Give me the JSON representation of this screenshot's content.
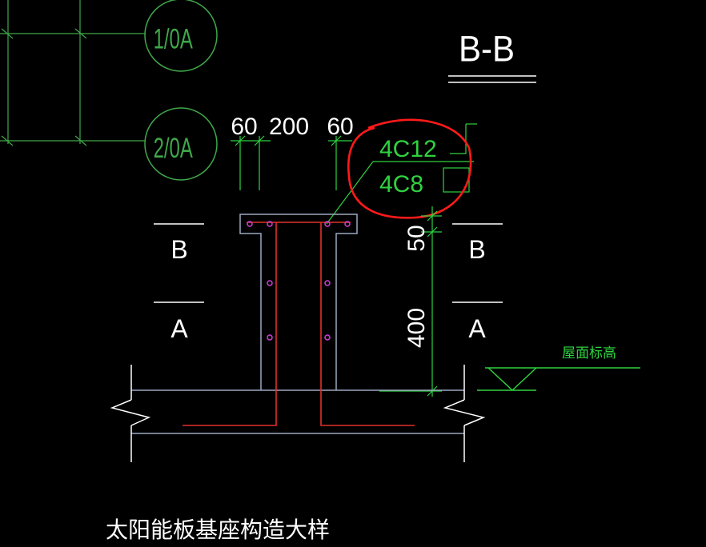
{
  "drawing": {
    "section_title": "B-B",
    "grid_bubbles": [
      "1/0A",
      "2/0A"
    ],
    "dimensions_top": [
      "60",
      "200",
      "60"
    ],
    "dimensions_side": [
      "50",
      "400"
    ],
    "rebar_labels": [
      "4C12",
      "4C8"
    ],
    "section_marks": {
      "left": [
        "B",
        "A"
      ],
      "right": [
        "B",
        "A"
      ]
    },
    "elevation_label": "屋面标高",
    "caption": "太阳能板基座构造大样"
  },
  "colors": {
    "background": "#000000",
    "text": "#ffffff",
    "grid_line": "#3fa84a",
    "dimension": "#2fd23f",
    "concrete_outline": "#9aa8c0",
    "rebar": "#e0302a",
    "rebar_dots": "#d040d8",
    "highlight_circle": "#ff1a1a"
  }
}
